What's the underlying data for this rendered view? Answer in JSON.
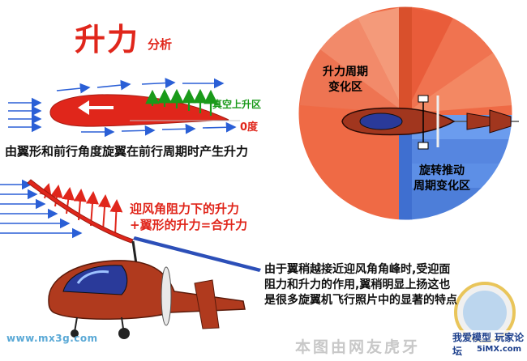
{
  "title": "升力",
  "title_suffix": "分析",
  "labels": {
    "vacuum_lift": "真空上升区",
    "zero_degree": "0度",
    "caption_airfoil": "由翼形和前行角度旋翼在前行周期时产生升力",
    "combined_lift_line1": "迎风角阻力下的升力",
    "combined_lift_line2": "+翼形的升力=合升力",
    "zone_lift_line1": "升力周期",
    "zone_lift_line2": "变化区",
    "zone_drive_line1": "旋转推动",
    "zone_drive_line2": "周期变化区",
    "explain_line1": "由于翼稍越接近迎风角角峰时,受迎面",
    "explain_line2": "阻力和升力的作用,翼稍明显上扬这也",
    "explain_line3": "是很多旋翼机飞行照片中的显著的特点"
  },
  "website": "www.mx3g.com",
  "watermark": "本图由网友虎牙",
  "badge": {
    "name": "我爱模型 玩家论坛",
    "domain": "5iMX.com"
  },
  "colors": {
    "red": "#e0261b",
    "blue_arrow": "#2a5fd6",
    "green_arrow": "#1a9a1a",
    "disc_orange": "#ef6a45",
    "disc_blue": "#5d8fe6",
    "fuselage": "#b03a1e"
  }
}
